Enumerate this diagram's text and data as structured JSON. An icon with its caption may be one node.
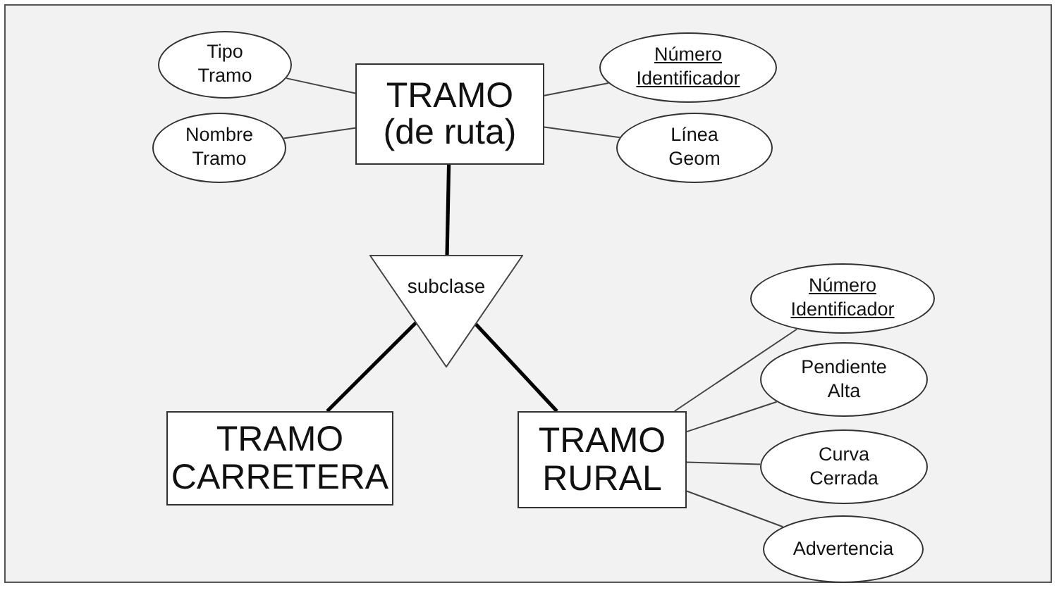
{
  "diagram": {
    "nodes": [
      {
        "text": [
          "TRAMO (de ruta)"
        ]
      },
      {
        "text": [
          "Tipo Tramo"
        ]
      },
      {
        "text": [
          "Nombre Tramo"
        ]
      },
      {
        "text": [
          "Número Identificador"
        ]
      },
      {
        "text": [
          "Línea Geom"
        ]
      },
      {
        "text": [
          "subclase"
        ]
      },
      {
        "text": [
          "TRAMO CARRETERA"
        ]
      },
      {
        "text": [
          "TRAMO RURAL"
        ]
      },
      {
        "text": [
          "Número Identificador"
        ]
      },
      {
        "text": [
          "Pendiente Alta"
        ]
      },
      {
        "text": [
          "Curva Cerrada"
        ]
      },
      {
        "text": [
          "Advertencia"
        ]
      }
    ],
    "edges": [
      {
        "from": 0,
        "to": 1,
        "arrow": "none"
      },
      {
        "from": 0,
        "to": 2,
        "arrow": "none"
      },
      {
        "from": 0,
        "to": 3,
        "arrow": "none"
      },
      {
        "from": 0,
        "to": 4,
        "arrow": "none"
      },
      {
        "from": 0,
        "to": 5,
        "arrow": "none",
        "style": "thick"
      },
      {
        "from": 5,
        "to": 6,
        "arrow": "none",
        "style": "thick"
      },
      {
        "from": 5,
        "to": 7,
        "arrow": "none",
        "style": "thick"
      },
      {
        "from": 7,
        "to": 8,
        "arrow": "none"
      },
      {
        "from": 7,
        "to": 9,
        "arrow": "none"
      },
      {
        "from": 7,
        "to": 10,
        "arrow": "none"
      },
      {
        "from": 7,
        "to": 11,
        "arrow": "none"
      }
    ]
  }
}
